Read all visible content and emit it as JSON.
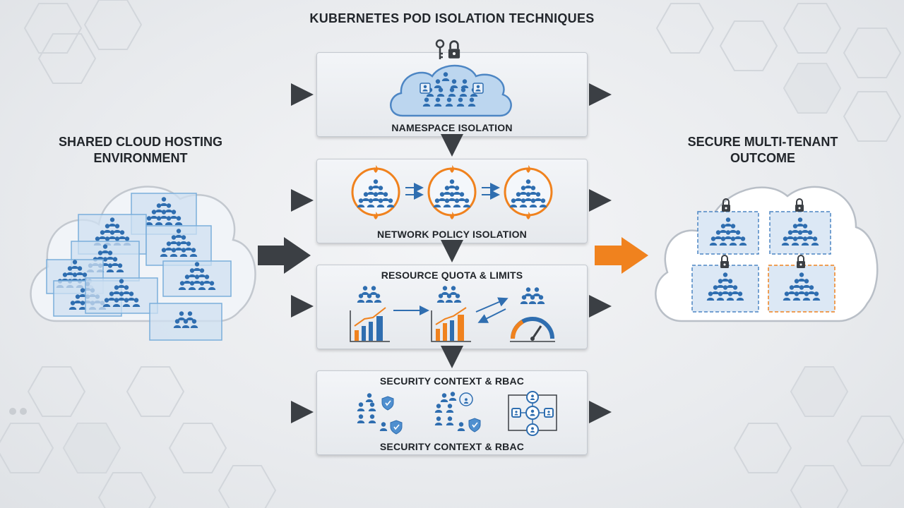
{
  "title": "KUBERNETES POD ISOLATION TECHNIQUES",
  "left": {
    "title_line1": "SHARED CLOUD HOSTING",
    "title_line2": "ENVIRONMENT"
  },
  "right": {
    "title_line1": "SECURE MULTI-TENANT",
    "title_line2": "OUTCOME"
  },
  "panels": {
    "namespace": {
      "label": "NAMESPACE ISOLATION"
    },
    "network": {
      "label": "NETWORK POLICY ISOLATION"
    },
    "resource": {
      "label": "RESOURCE QUOTA & LIMITS"
    },
    "security": {
      "label_top": "SECURITY CONTEXT & RBAC",
      "label_bottom": "SECURITY CONTEXT & RBAC"
    }
  },
  "colors": {
    "primary_blue": "#2f6eb0",
    "accent_orange": "#f0821e",
    "arrow_dark": "#3b3f44",
    "panel_border": "#c5cad1"
  },
  "icons": [
    "key-icon",
    "lock-icon",
    "fire-icon",
    "shield-icon",
    "gauge-icon",
    "bar-chart-icon",
    "rbac-network-icon",
    "user-group-icon"
  ]
}
